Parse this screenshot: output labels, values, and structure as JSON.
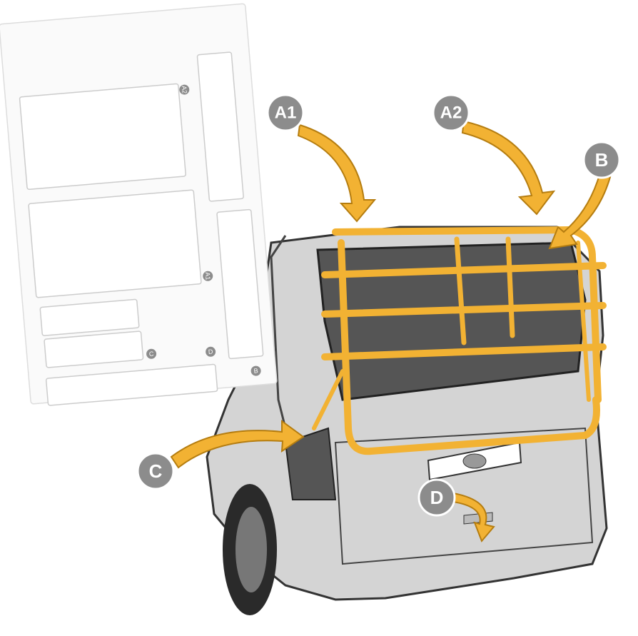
{
  "colors": {
    "rack": "#f2b233",
    "rack_outline": "#b57d10",
    "van_body": "#d4d4d4",
    "window": "#555555",
    "badge": "#8c8c8c",
    "card": "#fafafa"
  },
  "callouts": {
    "a1": "A1",
    "a2": "A2",
    "b": "B",
    "c": "C",
    "d": "D"
  },
  "card": {
    "labels": {
      "a2": "A2",
      "a1": "A1",
      "c": "C",
      "d": "D",
      "b": "B"
    }
  }
}
